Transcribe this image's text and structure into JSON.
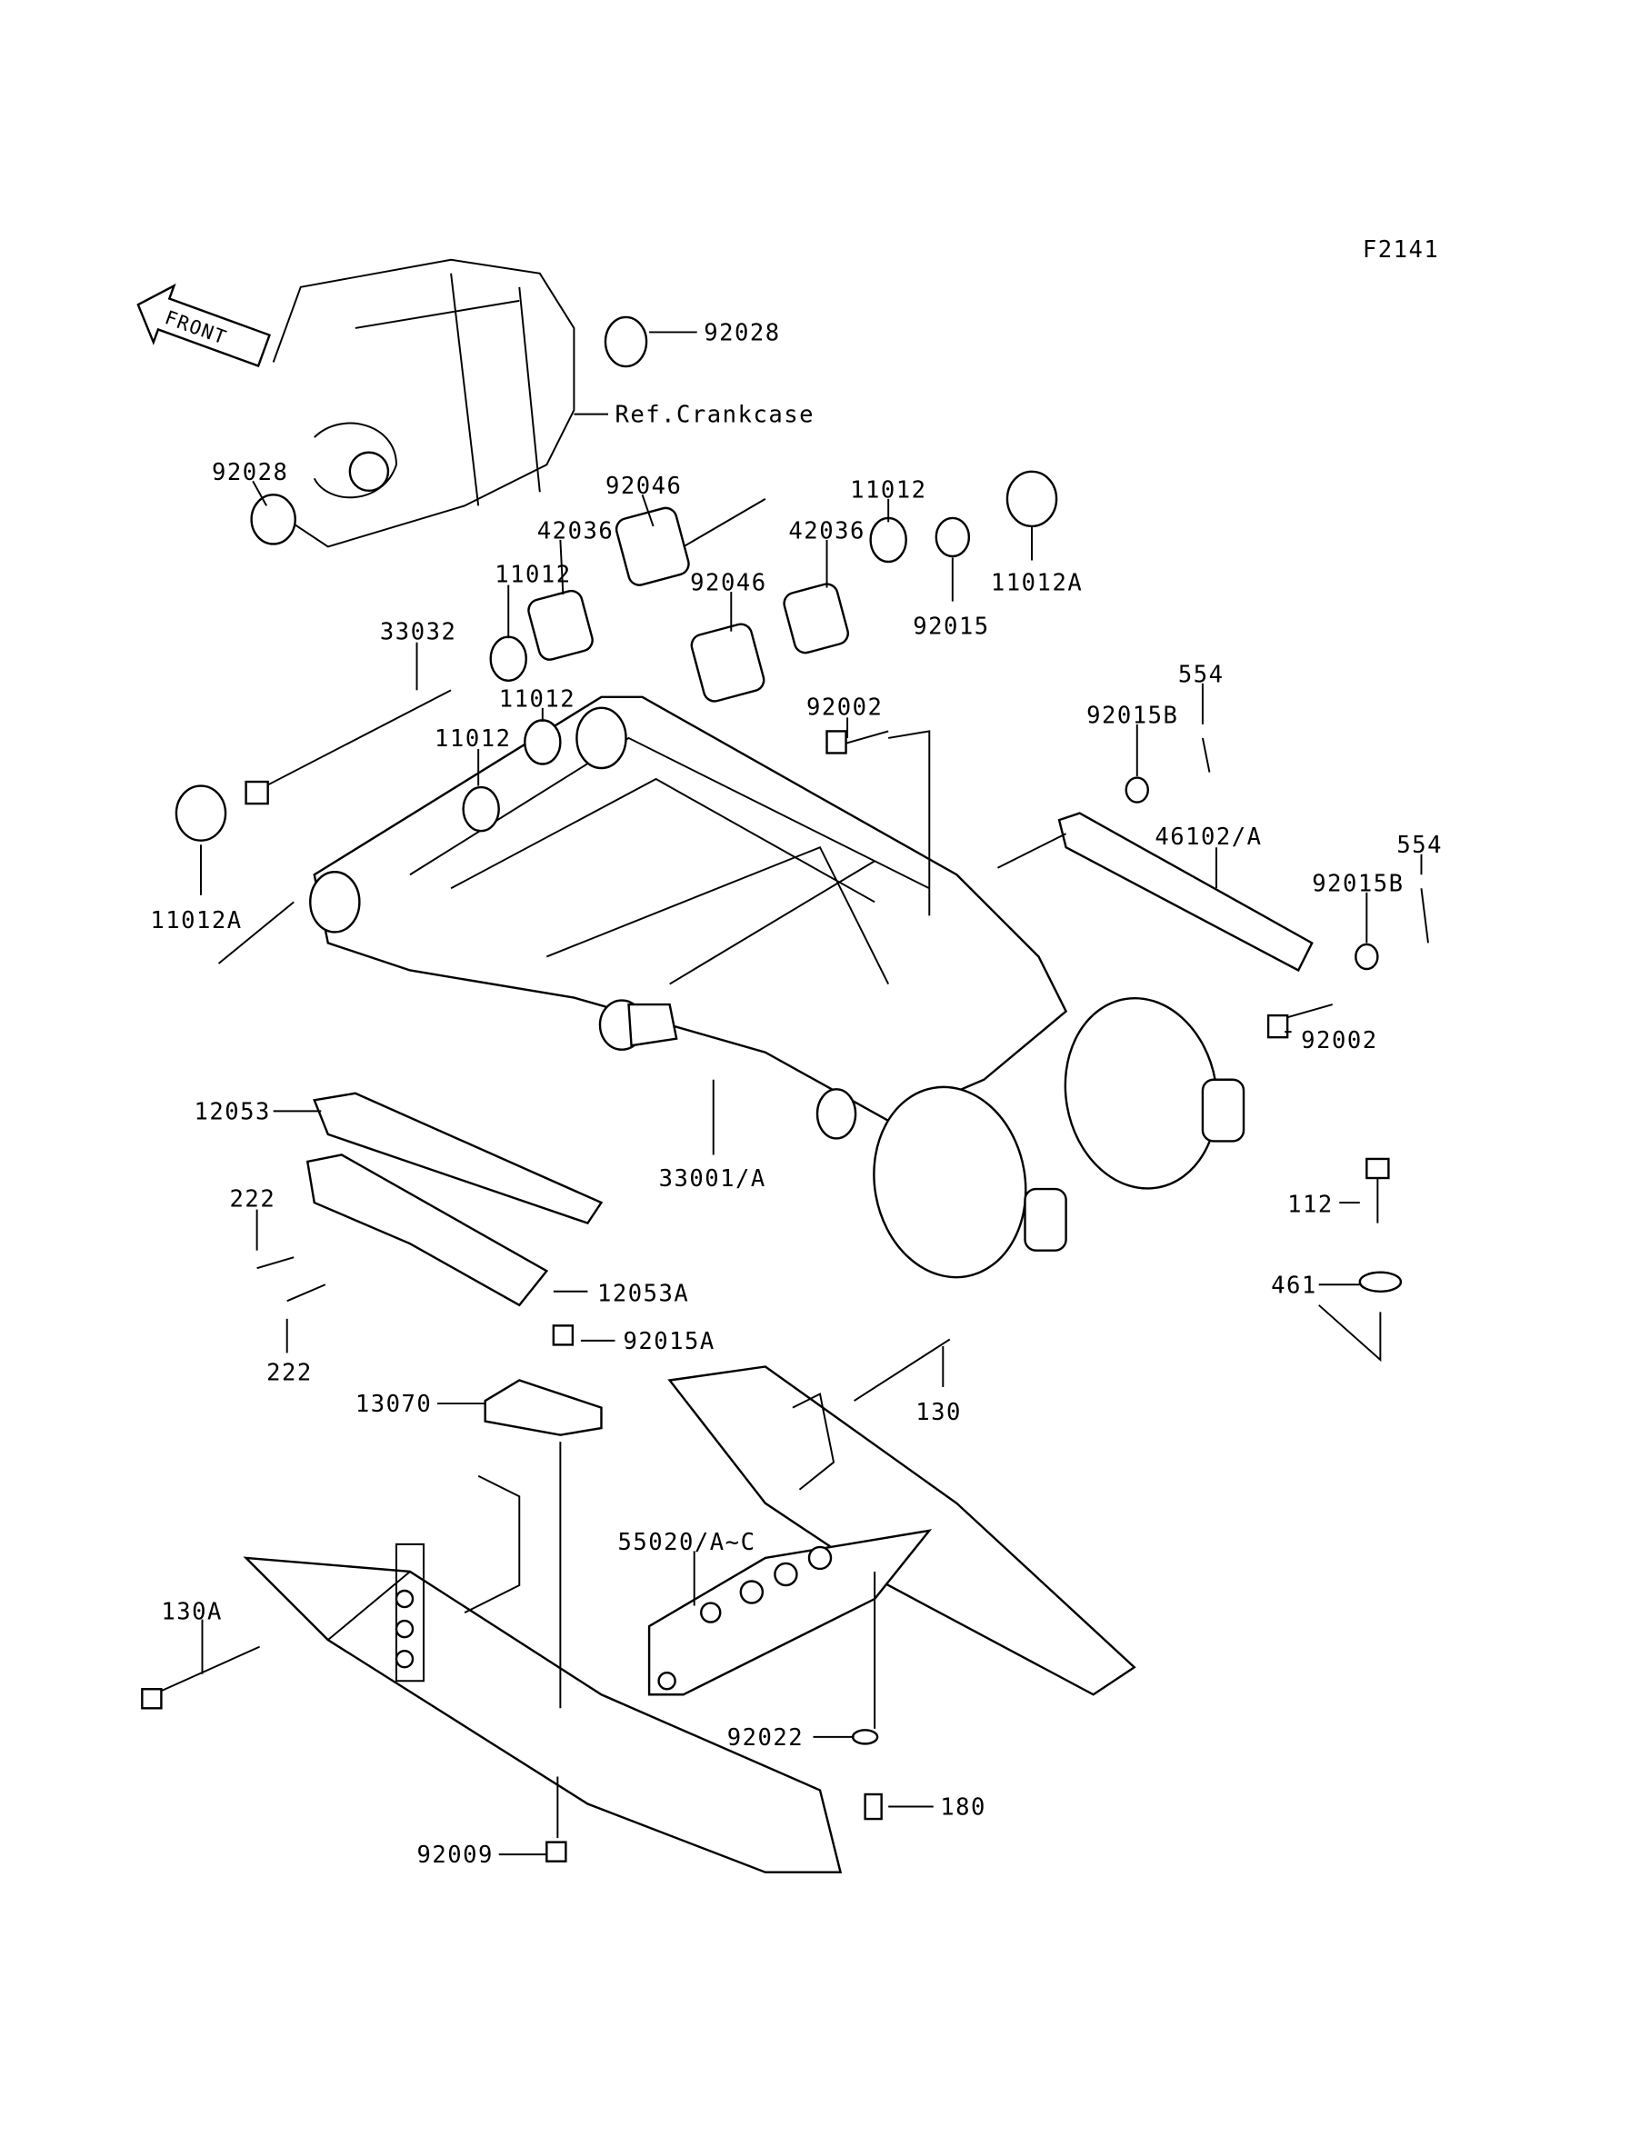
{
  "diagram": {
    "figure_id": "F2141",
    "front_arrow": "FRONT",
    "colors": {
      "ink": "#000000",
      "background": "#ffffff"
    },
    "labels": [
      "92028",
      "Ref.Crankcase",
      "92028",
      "92046",
      "11012",
      "42036",
      "42036",
      "11012A",
      "92015",
      "11012",
      "92046",
      "33032",
      "554",
      "92002",
      "92015B",
      "11012",
      "11012",
      "46102/A",
      "554",
      "92015B",
      "11012A",
      "92002",
      "12053",
      "33001/A",
      "222",
      "112",
      "12053A",
      "461",
      "92015A",
      "222",
      "130",
      "13070",
      "55020/A~C",
      "130A",
      "92022",
      "180",
      "92009"
    ]
  }
}
